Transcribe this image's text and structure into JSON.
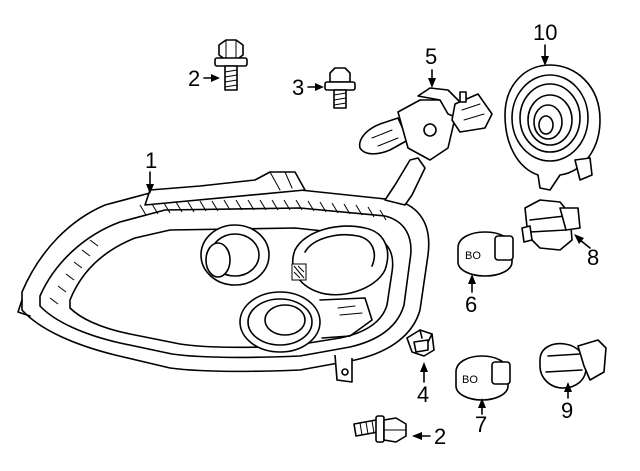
{
  "diagram": {
    "callouts": {
      "p1": "1",
      "p2a": "2",
      "p2b": "2",
      "p3": "3",
      "p4": "4",
      "p5": "5",
      "p6": "6",
      "p7": "7",
      "p8": "8",
      "p9": "9",
      "p10": "10"
    },
    "bulb_markings": {
      "bulb6": "BO",
      "bulb7": "BO"
    }
  }
}
